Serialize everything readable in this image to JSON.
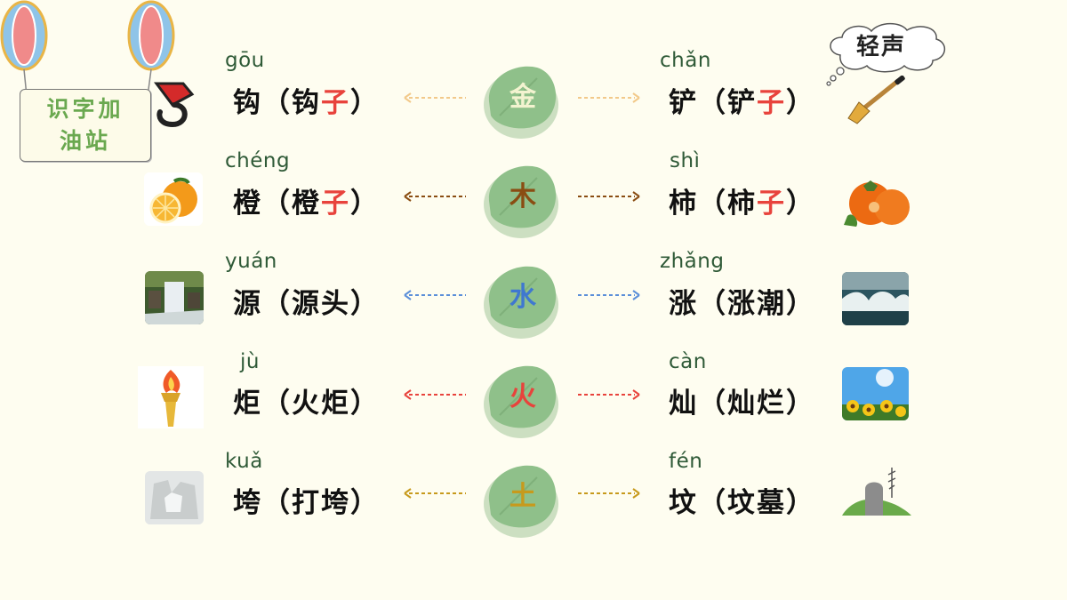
{
  "sign": {
    "line1": "识字加",
    "line2": "油站"
  },
  "note_bubble": {
    "label": "轻声"
  },
  "elements": [
    {
      "char": "金",
      "color": "#f3f3d0"
    },
    {
      "char": "木",
      "color": "#8a4d12"
    },
    {
      "char": "水",
      "color": "#3f78d0"
    },
    {
      "char": "火",
      "color": "#e8433c"
    },
    {
      "char": "土",
      "color": "#c79a1c"
    }
  ],
  "arrow_colors": [
    "#f2c98a",
    "#8a4d12",
    "#5b8fd9",
    "#e8433c",
    "#c79a1c"
  ],
  "left": [
    {
      "pinyin": "gōu",
      "char": "钩",
      "word_a": "（钩",
      "word_hl": "子",
      "word_b": "）",
      "image": "hook-icon"
    },
    {
      "pinyin": "chéng",
      "char": "橙",
      "word_a": "（橙",
      "word_hl": "子",
      "word_b": "）",
      "image": "orange-image"
    },
    {
      "pinyin": "yuán",
      "char": "源",
      "word_a": "（源头）",
      "word_hl": "",
      "word_b": "",
      "image": "waterfall-image"
    },
    {
      "pinyin": "jù",
      "char": "炬",
      "word_a": "（火炬）",
      "word_hl": "",
      "word_b": "",
      "image": "torch-icon"
    },
    {
      "pinyin": "kuǎ",
      "char": "垮",
      "word_a": "（打垮）",
      "word_hl": "",
      "word_b": "",
      "image": "collapsed-wall-image"
    }
  ],
  "right": [
    {
      "pinyin": "chǎn",
      "char": "铲",
      "word_a": "（铲",
      "word_hl": "子",
      "word_b": "）",
      "image": "shovel-icon"
    },
    {
      "pinyin": "shì",
      "char": "柿",
      "word_a": "（柿",
      "word_hl": "子",
      "word_b": "）",
      "image": "persimmon-image"
    },
    {
      "pinyin": "zhǎng",
      "char": "涨",
      "word_a": "（涨潮）",
      "word_hl": "",
      "word_b": "",
      "image": "tide-wave-image"
    },
    {
      "pinyin": "càn",
      "char": "灿",
      "word_a": "（灿烂）",
      "word_hl": "",
      "word_b": "",
      "image": "sunflower-image"
    },
    {
      "pinyin": "fén",
      "char": "坟",
      "word_a": "（坟墓）",
      "word_hl": "",
      "word_b": "",
      "image": "grave-icon"
    }
  ]
}
